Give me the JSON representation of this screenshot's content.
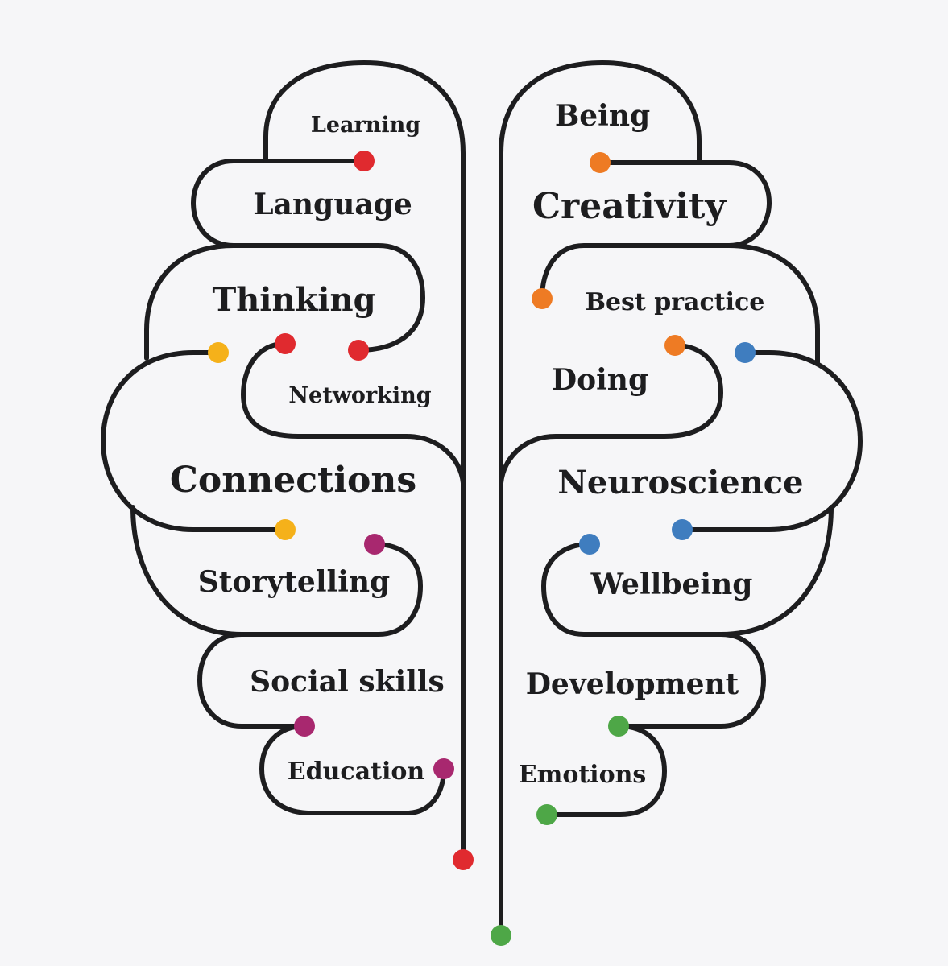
{
  "colors": {
    "background": "#f6f6f8",
    "line": "#1d1d1f",
    "red": "#e02a2f",
    "orange": "#ee7b24",
    "yellow": "#f5b11a",
    "purple": "#a8286f",
    "blue": "#3f7dbf",
    "green": "#4ea747"
  },
  "left_hemisphere": {
    "labels": {
      "learning": "Learning",
      "language": "Language",
      "thinking": "Thinking",
      "networking": "Networking",
      "connections": "Connections",
      "storytelling": "Storytelling",
      "social_skills": "Social skills",
      "education": "Education"
    }
  },
  "right_hemisphere": {
    "labels": {
      "being": "Being",
      "creativity": "Creativity",
      "best_practice": "Best practice",
      "doing": "Doing",
      "neuroscience": "Neuroscience",
      "wellbeing": "Wellbeing",
      "development": "Development",
      "emotions": "Emotions"
    }
  }
}
